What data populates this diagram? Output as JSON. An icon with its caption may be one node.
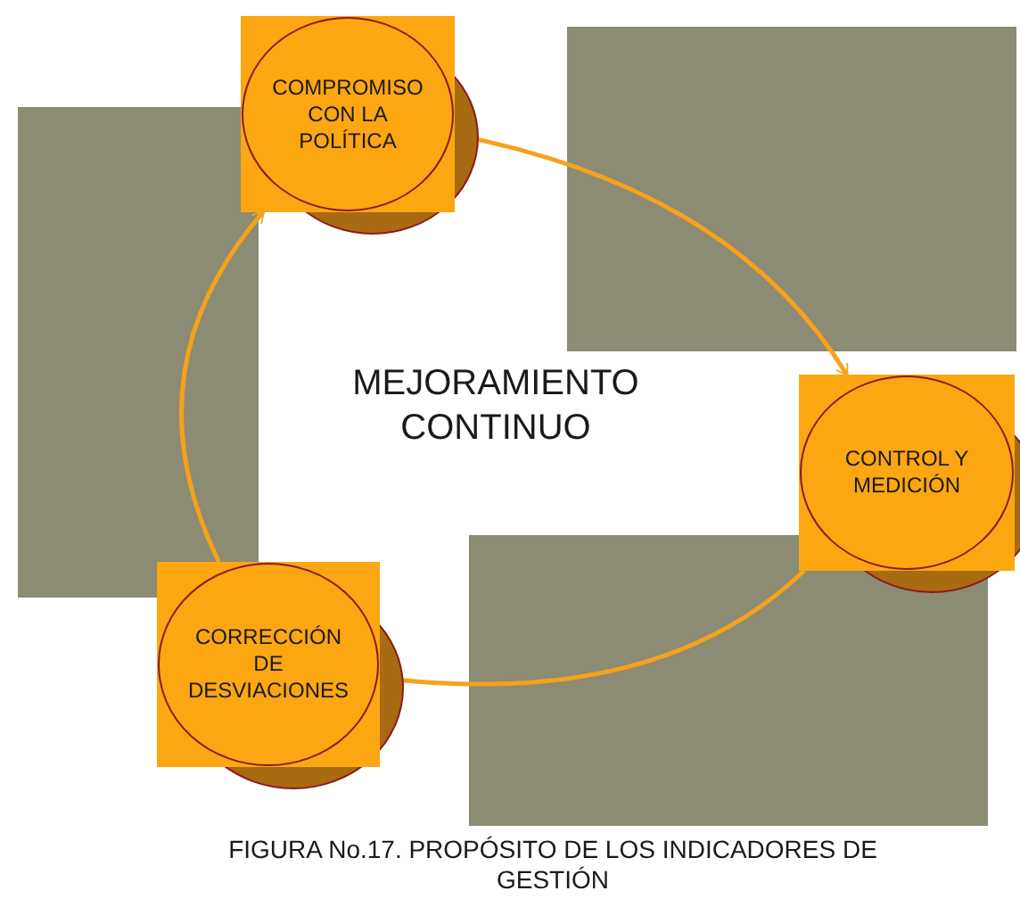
{
  "diagram": {
    "caption": "FIGURA No.17. PROPÓSITO DE LOS INDICADORES DE GESTIÓN",
    "nodes": [
      {
        "text": [
          "COMPROMISO CON LA POLÍTICA"
        ]
      },
      {
        "text": [
          "CONTROL Y MEDICIÓN"
        ]
      },
      {
        "text": [
          "CORRECCIÓN DE DESVIACIONES"
        ]
      }
    ],
    "edges": [
      {
        "from": 0,
        "to": 1,
        "arrow": "to"
      },
      {
        "from": 1,
        "to": 2,
        "arrow": "to"
      },
      {
        "from": 2,
        "to": 0,
        "arrow": "to"
      }
    ],
    "labels": [
      "MEJORAMIENTO CONTINUO"
    ]
  }
}
